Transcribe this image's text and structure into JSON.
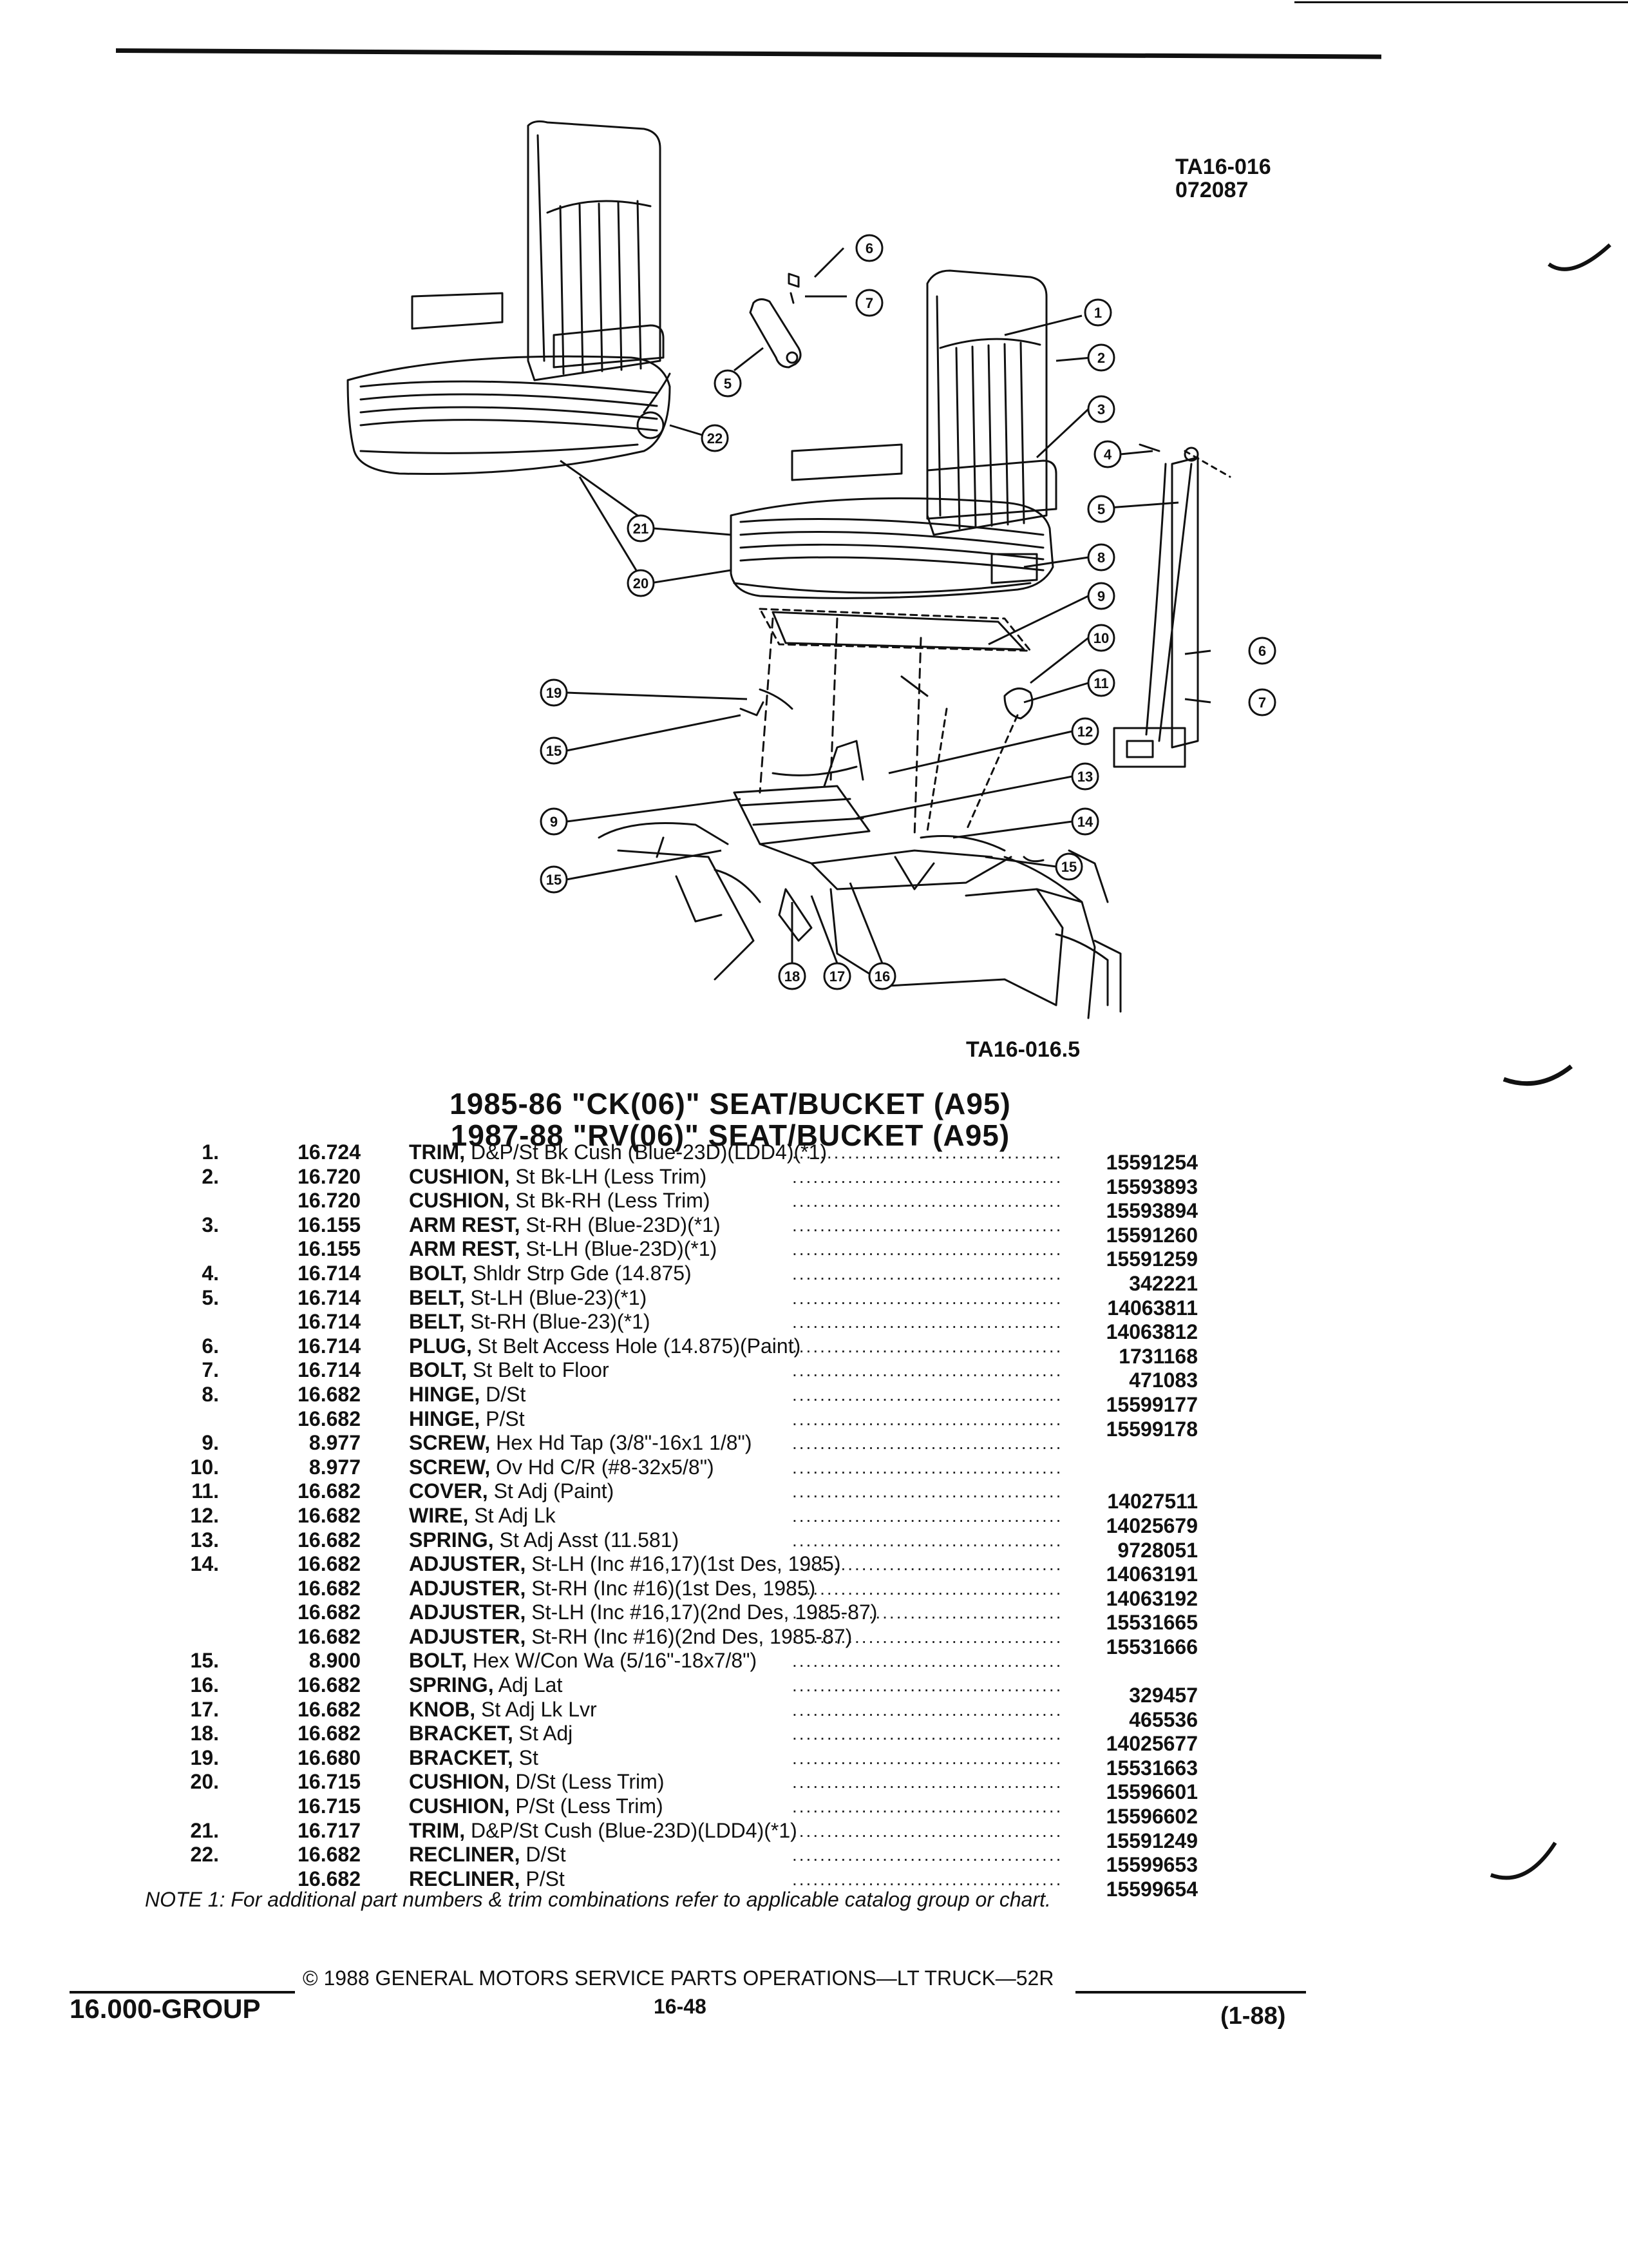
{
  "header": {
    "drawing_id": "TA16-016",
    "drawing_date": "072087",
    "lower_drawing_id": "TA16-016.5"
  },
  "diagram": {
    "callouts": [
      "1",
      "2",
      "3",
      "4",
      "5",
      "6",
      "7",
      "8",
      "9",
      "10",
      "11",
      "12",
      "13",
      "14",
      "15",
      "16",
      "17",
      "18",
      "19",
      "20",
      "21",
      "22"
    ]
  },
  "titles": {
    "line1": "1985-86 \"CK(06)\" SEAT/BUCKET (A95)",
    "line2": "1987-88 \"RV(06)\" SEAT/BUCKET (A95)"
  },
  "parts": [
    {
      "no": "1.",
      "group": "16.724",
      "name": "TRIM,",
      "desc": " D&P/St Bk Cush (Blue-23D)(LDD4)(*1)",
      "pn": "15591254"
    },
    {
      "no": "2.",
      "group": "16.720",
      "name": "CUSHION,",
      "desc": " St Bk-LH (Less Trim)",
      "pn": "15593893"
    },
    {
      "no": "",
      "group": "16.720",
      "name": "CUSHION,",
      "desc": " St Bk-RH (Less Trim)",
      "pn": "15593894"
    },
    {
      "no": "3.",
      "group": "16.155",
      "name": "ARM REST,",
      "desc": " St-RH (Blue-23D)(*1)",
      "pn": "15591260"
    },
    {
      "no": "",
      "group": "16.155",
      "name": "ARM REST,",
      "desc": " St-LH (Blue-23D)(*1)",
      "pn": "15591259"
    },
    {
      "no": "4.",
      "group": "16.714",
      "name": "BOLT,",
      "desc": " Shldr Strp Gde (14.875)",
      "pn": "342221"
    },
    {
      "no": "5.",
      "group": "16.714",
      "name": "BELT,",
      "desc": " St-LH (Blue-23)(*1)",
      "pn": "14063811"
    },
    {
      "no": "",
      "group": "16.714",
      "name": "BELT,",
      "desc": " St-RH (Blue-23)(*1)",
      "pn": "14063812"
    },
    {
      "no": "6.",
      "group": "16.714",
      "name": "PLUG,",
      "desc": " St Belt Access Hole (14.875)(Paint)",
      "pn": "1731168"
    },
    {
      "no": "7.",
      "group": "16.714",
      "name": "BOLT,",
      "desc": " St Belt to Floor",
      "pn": "471083"
    },
    {
      "no": "8.",
      "group": "16.682",
      "name": "HINGE,",
      "desc": " D/St",
      "pn": "15599177"
    },
    {
      "no": "",
      "group": "16.682",
      "name": "HINGE,",
      "desc": " P/St",
      "pn": "15599178"
    },
    {
      "no": "9.",
      "group": "8.977",
      "name": "SCREW,",
      "desc": " Hex Hd Tap (3/8\"-16x1 1/8\")",
      "pn": ""
    },
    {
      "no": "10.",
      "group": "8.977",
      "name": "SCREW,",
      "desc": " Ov Hd C/R (#8-32x5/8\")",
      "pn": ""
    },
    {
      "no": "11.",
      "group": "16.682",
      "name": "COVER,",
      "desc": " St Adj (Paint)",
      "pn": "14027511"
    },
    {
      "no": "12.",
      "group": "16.682",
      "name": "WIRE,",
      "desc": " St Adj Lk",
      "pn": "14025679"
    },
    {
      "no": "13.",
      "group": "16.682",
      "name": "SPRING,",
      "desc": " St Adj Asst (11.581)",
      "pn": "9728051"
    },
    {
      "no": "14.",
      "group": "16.682",
      "name": "ADJUSTER,",
      "desc": " St-LH (Inc #16,17)(1st Des, 1985)",
      "pn": "14063191"
    },
    {
      "no": "",
      "group": "16.682",
      "name": "ADJUSTER,",
      "desc": " St-RH (Inc #16)(1st Des, 1985)",
      "pn": "14063192"
    },
    {
      "no": "",
      "group": "16.682",
      "name": "ADJUSTER,",
      "desc": " St-LH (Inc #16,17)(2nd Des, 1985-87)",
      "pn": "15531665"
    },
    {
      "no": "",
      "group": "16.682",
      "name": "ADJUSTER,",
      "desc": " St-RH (Inc #16)(2nd Des, 1985-87)",
      "pn": "15531666"
    },
    {
      "no": "15.",
      "group": "8.900",
      "name": "BOLT,",
      "desc": " Hex W/Con Wa (5/16\"-18x7/8\")",
      "pn": ""
    },
    {
      "no": "16.",
      "group": "16.682",
      "name": "SPRING,",
      "desc": " Adj Lat",
      "pn": "329457"
    },
    {
      "no": "17.",
      "group": "16.682",
      "name": "KNOB,",
      "desc": " St Adj Lk Lvr",
      "pn": "465536"
    },
    {
      "no": "18.",
      "group": "16.682",
      "name": "BRACKET,",
      "desc": " St Adj",
      "pn": "14025677"
    },
    {
      "no": "19.",
      "group": "16.680",
      "name": "BRACKET,",
      "desc": " St",
      "pn": "15531663"
    },
    {
      "no": "20.",
      "group": "16.715",
      "name": "CUSHION,",
      "desc": " D/St (Less Trim)",
      "pn": "15596601"
    },
    {
      "no": "",
      "group": "16.715",
      "name": "CUSHION,",
      "desc": " P/St (Less Trim)",
      "pn": "15596602"
    },
    {
      "no": "21.",
      "group": "16.717",
      "name": "TRIM,",
      "desc": " D&P/St Cush (Blue-23D)(LDD4)(*1)",
      "pn": "15591249"
    },
    {
      "no": "22.",
      "group": "16.682",
      "name": "RECLINER,",
      "desc": " D/St",
      "pn": "15599653"
    },
    {
      "no": "",
      "group": "16.682",
      "name": "RECLINER,",
      "desc": " P/St",
      "pn": "15599654"
    }
  ],
  "note": "NOTE 1: For additional part numbers & trim combinations refer to applicable catalog group or chart.",
  "footer": {
    "group": "16.000-GROUP",
    "copyright": "© 1988 GENERAL MOTORS SERVICE PARTS OPERATIONS—LT TRUCK—52R",
    "page": "16-48",
    "date": "(1-88)"
  }
}
